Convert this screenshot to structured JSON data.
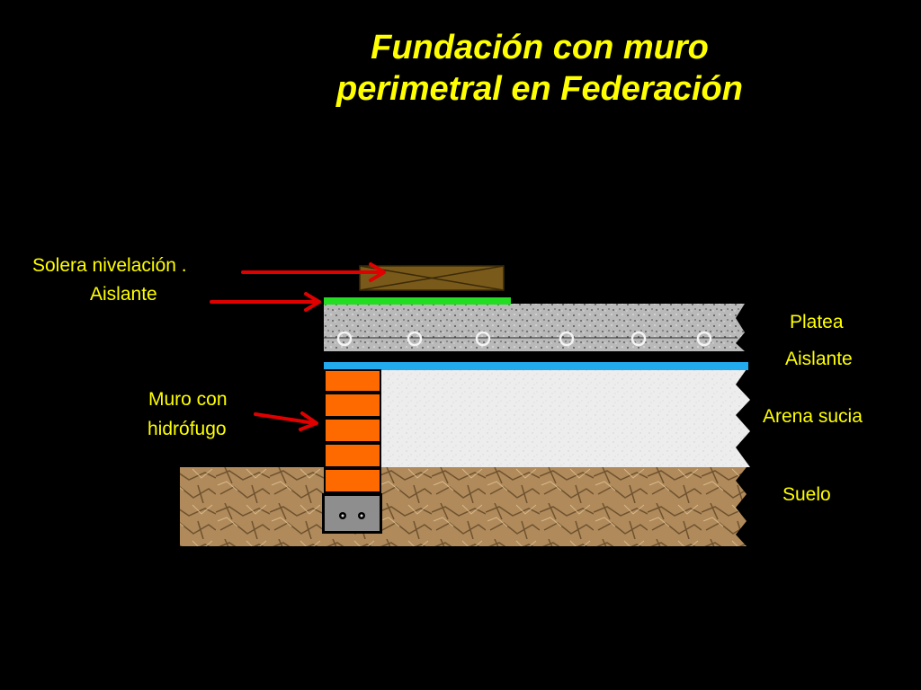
{
  "title": {
    "line1": "Fundación con muro",
    "line2": "perimetral en Federación"
  },
  "labels": {
    "solera": "Solera nivelación .",
    "aislante_top": "Aislante",
    "muro_line1": "Muro con",
    "muro_line2": "hidrófugo",
    "platea": "Platea",
    "aislante_right": "Aislante",
    "arena": "Arena sucia",
    "suelo": "Suelo"
  },
  "colors": {
    "text": "#ffff00",
    "arrow": "#e00000",
    "brick": "#ff6a00",
    "insulation_green": "#22dd22",
    "insulation_blue": "#22aaee",
    "wood": "#7a5a1a"
  }
}
